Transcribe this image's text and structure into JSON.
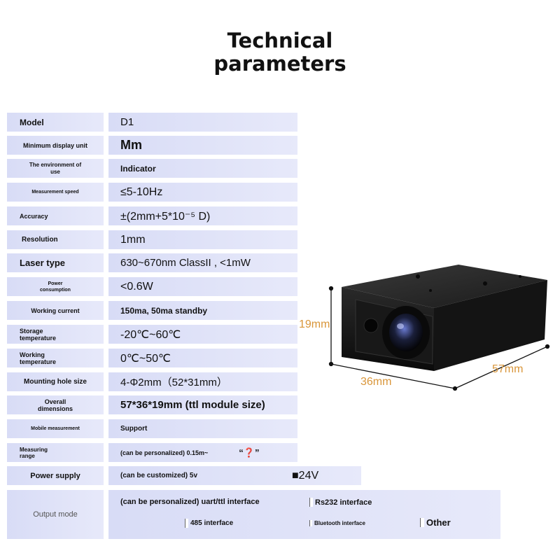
{
  "title": {
    "line1": "Technical",
    "line2": "parameters"
  },
  "rows": [
    {
      "label": "Model",
      "value": "D1"
    },
    {
      "label": "Minimum display unit",
      "value": "Mm"
    },
    {
      "label": "The environment of use",
      "value": "Indicator"
    },
    {
      "label": "Measurement speed",
      "value": "≤5-10Hz"
    },
    {
      "label": "Accuracy",
      "value": "±(2mm+5*10⁻⁵ D)"
    },
    {
      "label": "Resolution",
      "value": "1mm"
    },
    {
      "label": "Laser type",
      "value": "630~670nm ClassII , <1mW"
    },
    {
      "label": "Power consumption",
      "value": "<0.6W"
    },
    {
      "label": "Working current",
      "value": "150ma, 50ma standby"
    },
    {
      "label": "Storage temperature",
      "value": "-20℃~60℃"
    },
    {
      "label": "Working temperature",
      "value": "0℃~50℃"
    },
    {
      "label": "Mounting hole size",
      "value": "4-Φ2mm（52*31mm）"
    },
    {
      "label": "Overall dimensions",
      "value": "57*36*19mm (ttl module size)"
    },
    {
      "label": "Mobile measurement",
      "value": "Support"
    },
    {
      "label": "Measuring range",
      "value": "(can be personalized) 0.15m~",
      "extra": "“❓”"
    },
    {
      "label": "Power supply",
      "value": "(can be customized) 5v",
      "extra": "■24V"
    },
    {
      "label": "Output mode",
      "options": [
        "(can be personalized) uart/ttl interface",
        "Rs232 interface",
        "485 interface",
        "Bluetooth interface",
        "Other"
      ]
    }
  ],
  "dimensions": {
    "height": "19mm",
    "width": "36mm",
    "length": "57mm"
  }
}
